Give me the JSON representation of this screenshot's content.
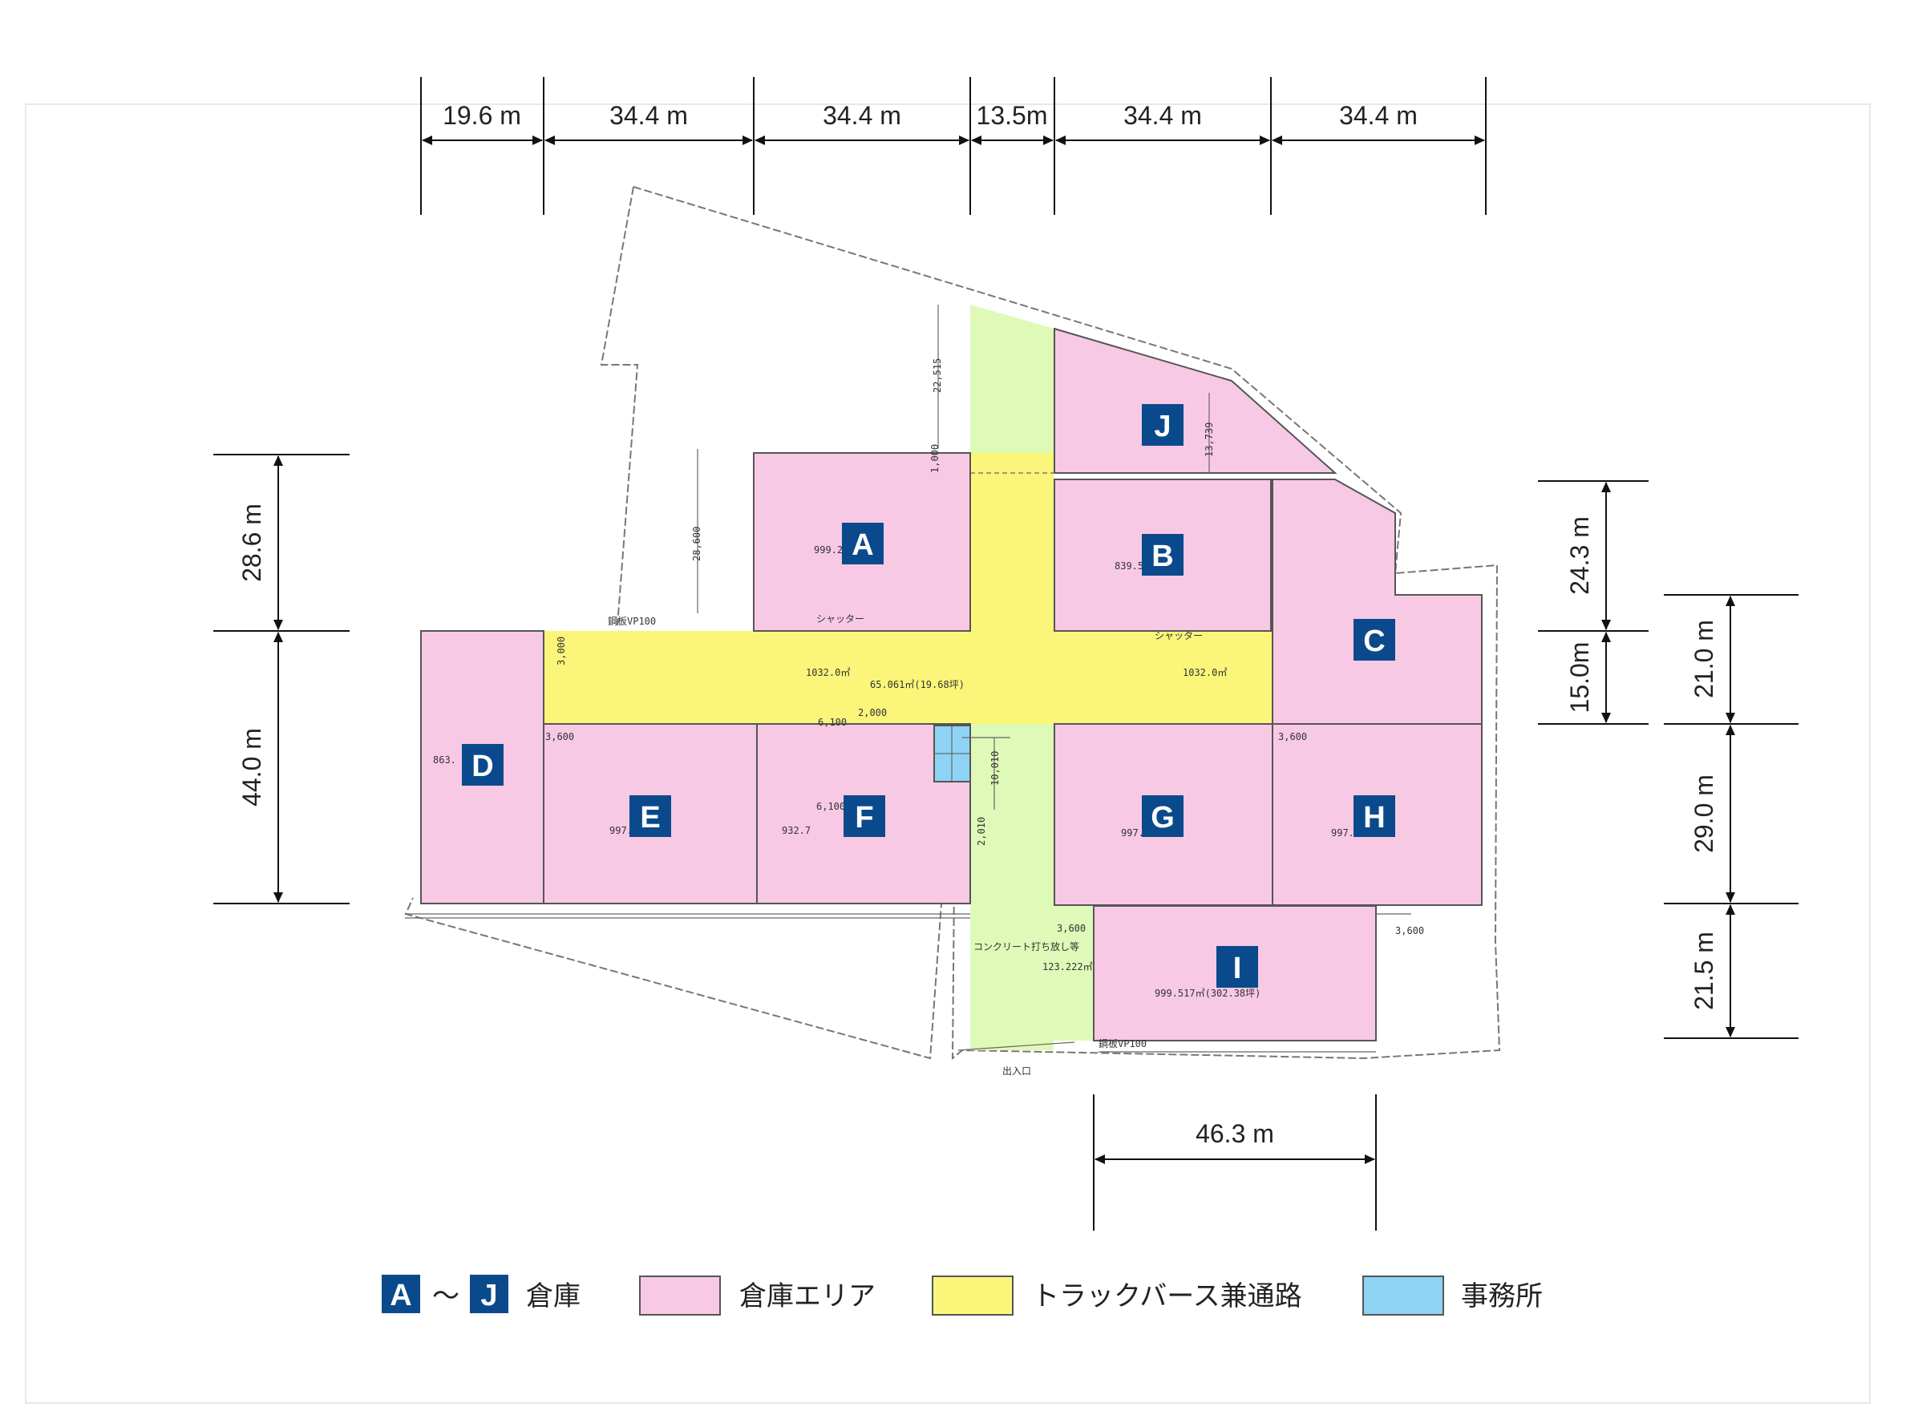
{
  "colors": {
    "warehouse_area": "#f7c9e4",
    "truck_berth_passage": "#fbf67a",
    "office": "#8ed3f4",
    "open_ground": "#dff9b8",
    "badge": "#0a4a8c",
    "dimension_line": "#111111"
  },
  "dimensions": {
    "top": [
      "19.6 m",
      "34.4 m",
      "34.4 m",
      "13.5m",
      "34.4 m",
      "34.4 m"
    ],
    "left": [
      "28.6 m",
      "44.0 m"
    ],
    "right_outer": [
      "24.3 m",
      "15.0m"
    ],
    "right_inner": [
      "21.0 m",
      "29.0 m",
      "21.5 m"
    ],
    "bottom": "46.3 m"
  },
  "warehouses": [
    {
      "id": "A",
      "area_text": "999.2"
    },
    {
      "id": "B",
      "area_text": "839.5"
    },
    {
      "id": "C",
      "area_text": ""
    },
    {
      "id": "D",
      "area_text": "863."
    },
    {
      "id": "E",
      "area_text": "997.6㎡"
    },
    {
      "id": "F",
      "area_text": "932.7"
    },
    {
      "id": "G",
      "area_text": "997.5"
    },
    {
      "id": "H",
      "area_text": "997."
    },
    {
      "id": "I",
      "area_text": "999.517㎡(302.38坪)"
    },
    {
      "id": "J",
      "area_text": ""
    }
  ],
  "plan_notes": {
    "berth_area_left": "1032.0㎡",
    "berth_area_right": "1032.0㎡",
    "office_area": "65.061㎡(19.68坪)",
    "gate_label": "出入口",
    "concrete_note": "コンクリート打ち放し等",
    "shutter": "シャッター",
    "vp100": "鋼板VP100",
    "dim_28600": "28,600",
    "dim_22515": "22,515",
    "dim_13739": "13,739",
    "dim_3600": "3,600",
    "dim_6100": "6,100",
    "dim_2000": "2,000",
    "dim_10010": "10,010",
    "dim_2010": "2,010",
    "dim_3000": "3,000",
    "dim_1000": "1,000",
    "area_123": "123.222㎡"
  },
  "legend": {
    "badge_from": "A",
    "badge_tilde": "〜",
    "badge_to": "J",
    "warehouse_label": "倉庫",
    "warehouse_area_label": "倉庫エリア",
    "truck_berth_label": "トラックバース兼通路",
    "office_label": "事務所"
  }
}
